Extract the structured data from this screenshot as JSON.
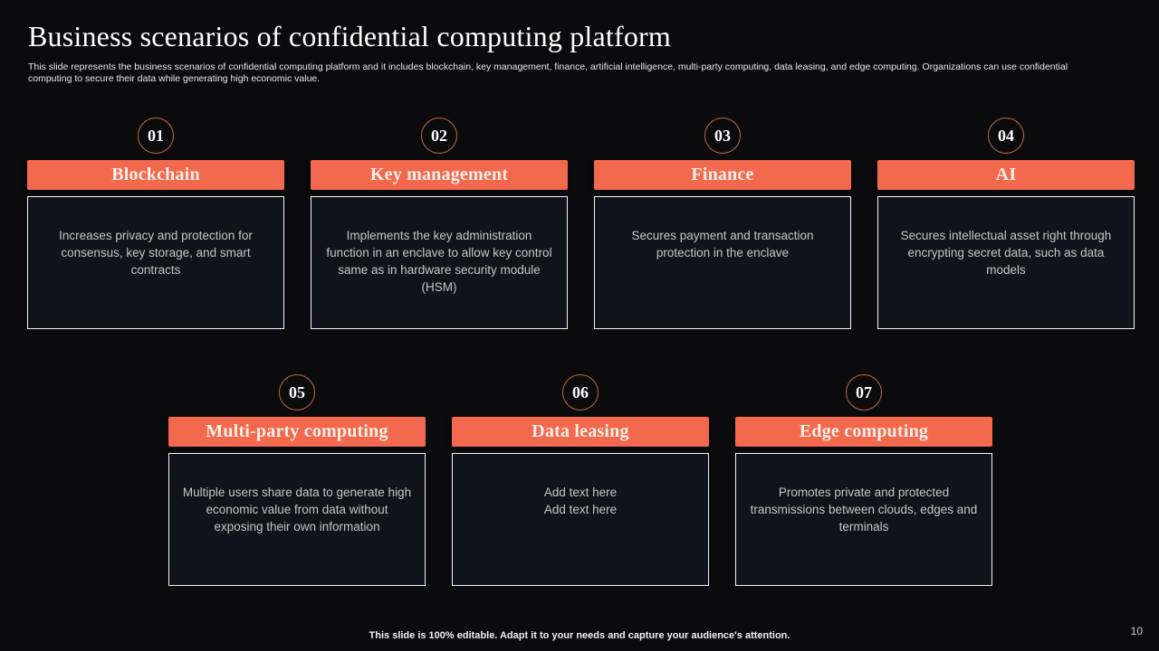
{
  "slide": {
    "title": "Business scenarios of confidential computing platform",
    "subtitle": "This slide represents the business scenarios of confidential computing platform and it includes blockchain, key management, finance, artificial intelligence, multi-party computing, data leasing, and edge computing. Organizations can use confidential computing to secure their data while generating high economic value.",
    "footer": "This slide is 100% editable. Adapt it to your needs and capture your audience's attention.",
    "page_number": "10"
  },
  "colors": {
    "accent": "#f2694d",
    "circle_border": "#bc6a45",
    "background": "#0b0b0e",
    "card_bg": "#10131b",
    "card_border": "#f5f5f5",
    "header_text": "#fcf1e9",
    "body_text": "#c6c6c6"
  },
  "cards": [
    {
      "number": "01",
      "title": "Blockchain",
      "body": "Increases privacy and protection for consensus, key storage, and smart contracts"
    },
    {
      "number": "02",
      "title": "Key management",
      "body": "Implements the key administration function in an enclave to allow key control same as in hardware security module (HSM)"
    },
    {
      "number": "03",
      "title": "Finance",
      "body": "Secures payment and transaction protection in the enclave"
    },
    {
      "number": "04",
      "title": "AI",
      "body": "Secures intellectual asset right through encrypting secret data, such as data models"
    },
    {
      "number": "05",
      "title": "Multi-party computing",
      "body": "Multiple users share data to generate high economic value from data without exposing their own information"
    },
    {
      "number": "06",
      "title": "Data leasing",
      "body": "Add text here\nAdd text here"
    },
    {
      "number": "07",
      "title": "Edge computing",
      "body": "Promotes private and protected transmissions between clouds, edges and terminals"
    }
  ]
}
